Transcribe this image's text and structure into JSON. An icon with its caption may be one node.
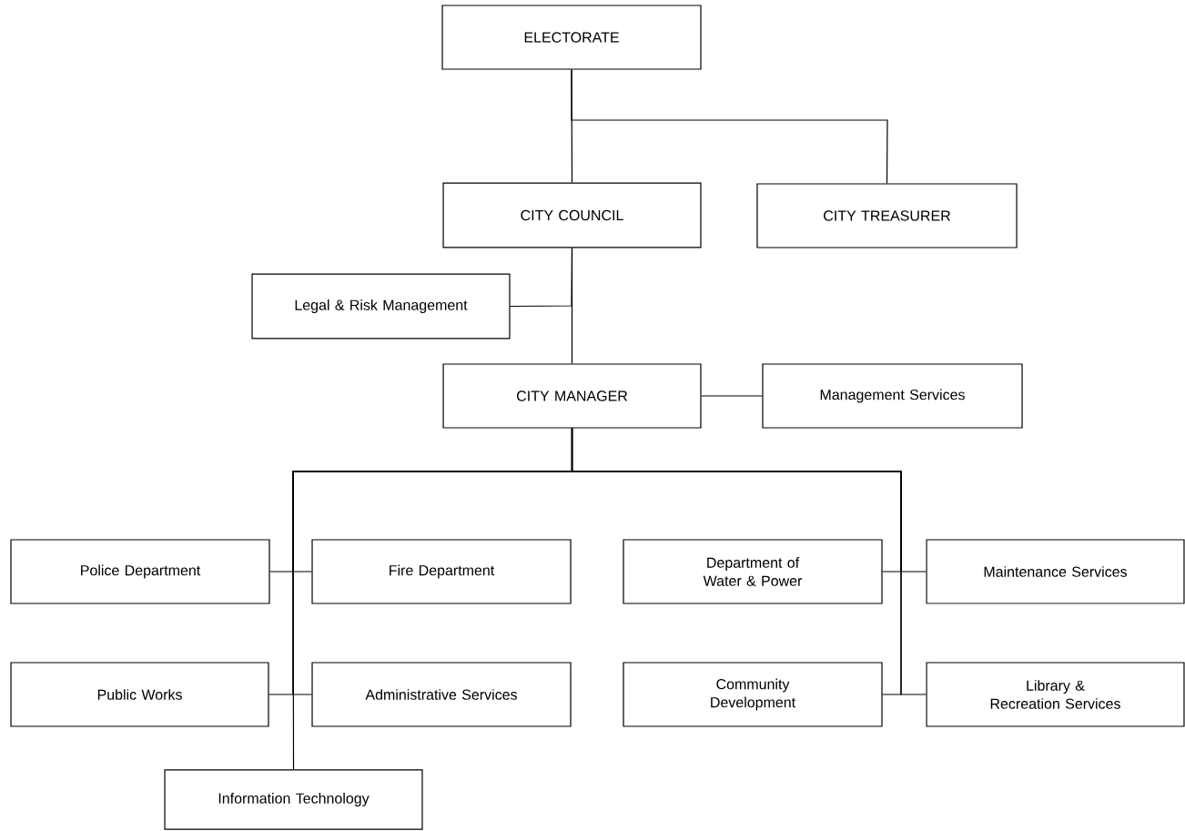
{
  "diagram": {
    "nodes": [
      {
        "text": [
          "ELECTORATE"
        ]
      },
      {
        "text": [
          "CITY COUNCIL"
        ]
      },
      {
        "text": [
          "CITY TREASURER"
        ]
      },
      {
        "text": [
          "Legal & Risk Management"
        ]
      },
      {
        "text": [
          "CITY MANAGER"
        ]
      },
      {
        "text": [
          "Management Services"
        ]
      },
      {
        "text": [
          "Police Department"
        ]
      },
      {
        "text": [
          "Fire Department"
        ]
      },
      {
        "text": [
          "Department of Water & Power"
        ]
      },
      {
        "text": [
          "Maintenance Services"
        ]
      },
      {
        "text": [
          "Public Works"
        ]
      },
      {
        "text": [
          "Administrative Services"
        ]
      },
      {
        "text": [
          "Community Development"
        ]
      },
      {
        "text": [
          "Library & Recreation Services"
        ]
      },
      {
        "text": [
          "Information Technology"
        ]
      }
    ],
    "edges": [
      {
        "from": 0,
        "to": 1,
        "arrow": "none"
      },
      {
        "from": 0,
        "to": 2,
        "arrow": "none"
      },
      {
        "from": 1,
        "to": 3,
        "arrow": "none"
      },
      {
        "from": 1,
        "to": 4,
        "arrow": "none"
      },
      {
        "from": 4,
        "to": 5,
        "arrow": "none"
      },
      {
        "from": 4,
        "to": 6,
        "arrow": "none"
      },
      {
        "from": 4,
        "to": 7,
        "arrow": "none"
      },
      {
        "from": 4,
        "to": 10,
        "arrow": "none"
      },
      {
        "from": 4,
        "to": 11,
        "arrow": "none"
      },
      {
        "from": 4,
        "to": 14,
        "arrow": "none"
      },
      {
        "from": 4,
        "to": 8,
        "arrow": "none"
      },
      {
        "from": 4,
        "to": 9,
        "arrow": "none"
      },
      {
        "from": 4,
        "to": 12,
        "arrow": "none"
      },
      {
        "from": 4,
        "to": 13,
        "arrow": "none"
      }
    ]
  }
}
